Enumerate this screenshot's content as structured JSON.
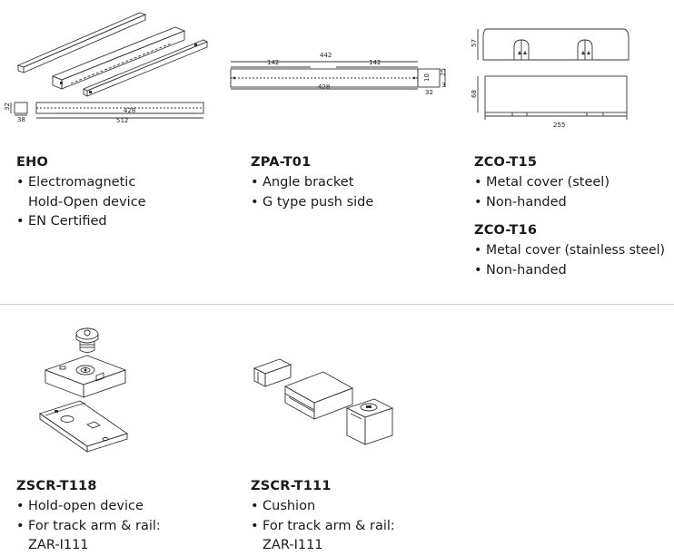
{
  "products": [
    {
      "id": "eho",
      "code": "EHO",
      "features": [
        "Electromagnetic",
        "Hold-Open device",
        "EN Certified"
      ],
      "bullets": [
        true,
        false,
        true
      ]
    },
    {
      "id": "zpa-t01",
      "code": "ZPA-T01",
      "features": [
        "Angle bracket",
        "G type push side"
      ],
      "bullets": [
        true,
        true
      ]
    },
    {
      "id": "zco-t15",
      "code": "ZCO-T15",
      "features": [
        "Metal cover (steel)",
        "Non-handed"
      ],
      "bullets": [
        true,
        true
      ]
    },
    {
      "id": "zco-t16",
      "code": "ZCO-T16",
      "features": [
        "Metal cover (stainless steel)",
        "Non-handed"
      ],
      "bullets": [
        true,
        true
      ]
    },
    {
      "id": "zscr-t118",
      "code": "ZSCR-T118",
      "features": [
        "Hold-open device",
        "For track arm & rail:",
        "ZAR-I111"
      ],
      "bullets": [
        true,
        true,
        false
      ]
    },
    {
      "id": "zscr-t111",
      "code": "ZSCR-T111",
      "features": [
        "Cushion",
        "For track arm & rail:",
        "ZAR-I111"
      ],
      "bullets": [
        true,
        true,
        false
      ]
    }
  ],
  "dimensions": {
    "eho": {
      "height": "32",
      "width": "38",
      "inner": "428",
      "overall": "512"
    },
    "zpa": {
      "overall": "442",
      "left": "142",
      "right": "142",
      "inner": "428",
      "h1": "10",
      "h2": "25",
      "h3": "3",
      "depth": "32"
    },
    "zco": {
      "top_height": "57",
      "bottom_height": "68",
      "length": "255"
    }
  },
  "bullet_char": "•"
}
